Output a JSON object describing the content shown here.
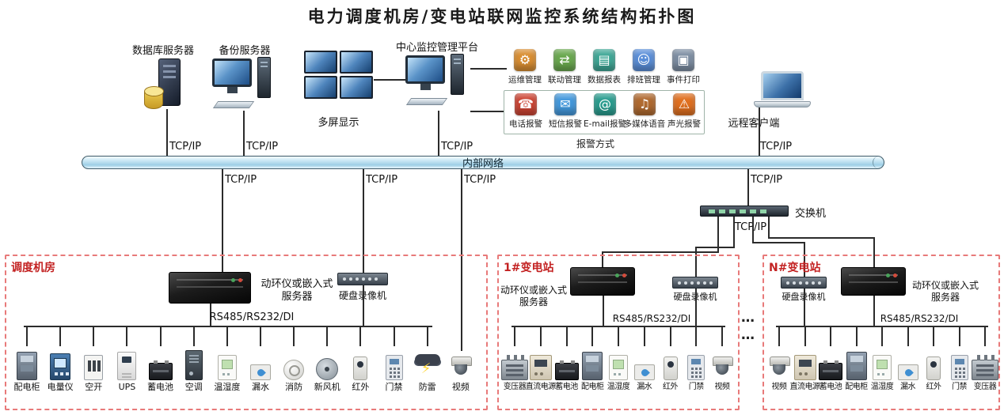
{
  "title": "电力调度机房/变电站联网监控系统结构拓扑图",
  "labels": {
    "tcpip": "TCP/IP"
  },
  "colors": {
    "zone_border": "#e87a7a",
    "zone_title": "#c32222",
    "line": "#2b2b2b",
    "bus_fill": "#cfeaf6"
  },
  "top": {
    "db_server": "数据库服务器",
    "backup_server": "备份服务器",
    "multi_screen": "多屏显示",
    "central_platform": "中心监控管理平台",
    "remote_client": "远程客户端"
  },
  "functions": {
    "row1": [
      {
        "label": "运维管理",
        "glyph": "⚙",
        "color": "#d98e32"
      },
      {
        "label": "联动管理",
        "glyph": "⇄",
        "color": "#6aa84f"
      },
      {
        "label": "数据报表",
        "glyph": "▤",
        "color": "#3fa796"
      },
      {
        "label": "排班管理",
        "glyph": "☺",
        "color": "#5b8fd9"
      },
      {
        "label": "事件打印",
        "glyph": "▣",
        "color": "#7d8ea3"
      }
    ],
    "row2": [
      {
        "label": "电话报警",
        "glyph": "☎",
        "color": "#cc4433"
      },
      {
        "label": "短信报警",
        "glyph": "✉",
        "color": "#4499dd"
      },
      {
        "label": "E-mail报警",
        "glyph": "@",
        "color": "#2a9d8f"
      },
      {
        "label": "多媒体语音",
        "glyph": "♫",
        "color": "#b06a30"
      },
      {
        "label": "声光报警",
        "glyph": "⚠",
        "color": "#e07020"
      }
    ],
    "row2_caption": "报警方式"
  },
  "network": {
    "bus": "内部网络",
    "switch": "交换机"
  },
  "ellipsis": "…",
  "zones": [
    {
      "title": "调度机房",
      "server": "动环仪或嵌入式服务器",
      "dvr": "硬盘录像机",
      "bus": "RS485/RS232/DI",
      "devices": [
        {
          "label": "配电柜",
          "icon": "power-cabinet"
        },
        {
          "label": "电量仪",
          "icon": "power-meter"
        },
        {
          "label": "空开",
          "icon": "circuit-breaker"
        },
        {
          "label": "UPS",
          "icon": "ups"
        },
        {
          "label": "蓄电池",
          "icon": "battery"
        },
        {
          "label": "空调",
          "icon": "air-conditioner"
        },
        {
          "label": "温湿度",
          "icon": "temp-humidity"
        },
        {
          "label": "漏水",
          "icon": "water-leak"
        },
        {
          "label": "消防",
          "icon": "smoke-detector"
        },
        {
          "label": "新风机",
          "icon": "fresh-air-fan"
        },
        {
          "label": "红外",
          "icon": "infrared"
        },
        {
          "label": "门禁",
          "icon": "access-keypad"
        },
        {
          "label": "防雷",
          "icon": "lightning-protection"
        },
        {
          "label": "视频",
          "icon": "dome-camera"
        }
      ]
    },
    {
      "title": "1#变电站",
      "server": "动环仪或嵌入式服务器",
      "dvr": "硬盘录像机",
      "bus": "RS485/RS232/DI",
      "devices": [
        {
          "label": "变压器",
          "icon": "transformer"
        },
        {
          "label": "直流电源",
          "icon": "dc-power"
        },
        {
          "label": "蓄电池",
          "icon": "battery"
        },
        {
          "label": "配电柜",
          "icon": "power-cabinet"
        },
        {
          "label": "温湿度",
          "icon": "temp-humidity"
        },
        {
          "label": "漏水",
          "icon": "water-leak"
        },
        {
          "label": "红外",
          "icon": "infrared"
        },
        {
          "label": "门禁",
          "icon": "access-keypad"
        },
        {
          "label": "视频",
          "icon": "dome-camera"
        }
      ]
    },
    {
      "title": "N#变电站",
      "server": "动环仪或嵌入式服务器",
      "dvr": "硬盘录像机",
      "bus": "RS485/RS232/DI",
      "devices": [
        {
          "label": "视频",
          "icon": "dome-camera"
        },
        {
          "label": "直流电源",
          "icon": "dc-power"
        },
        {
          "label": "蓄电池",
          "icon": "battery"
        },
        {
          "label": "配电柜",
          "icon": "power-cabinet"
        },
        {
          "label": "温湿度",
          "icon": "temp-humidity"
        },
        {
          "label": "漏水",
          "icon": "water-leak"
        },
        {
          "label": "红外",
          "icon": "infrared"
        },
        {
          "label": "门禁",
          "icon": "access-keypad"
        },
        {
          "label": "变压器",
          "icon": "transformer"
        }
      ]
    }
  ]
}
